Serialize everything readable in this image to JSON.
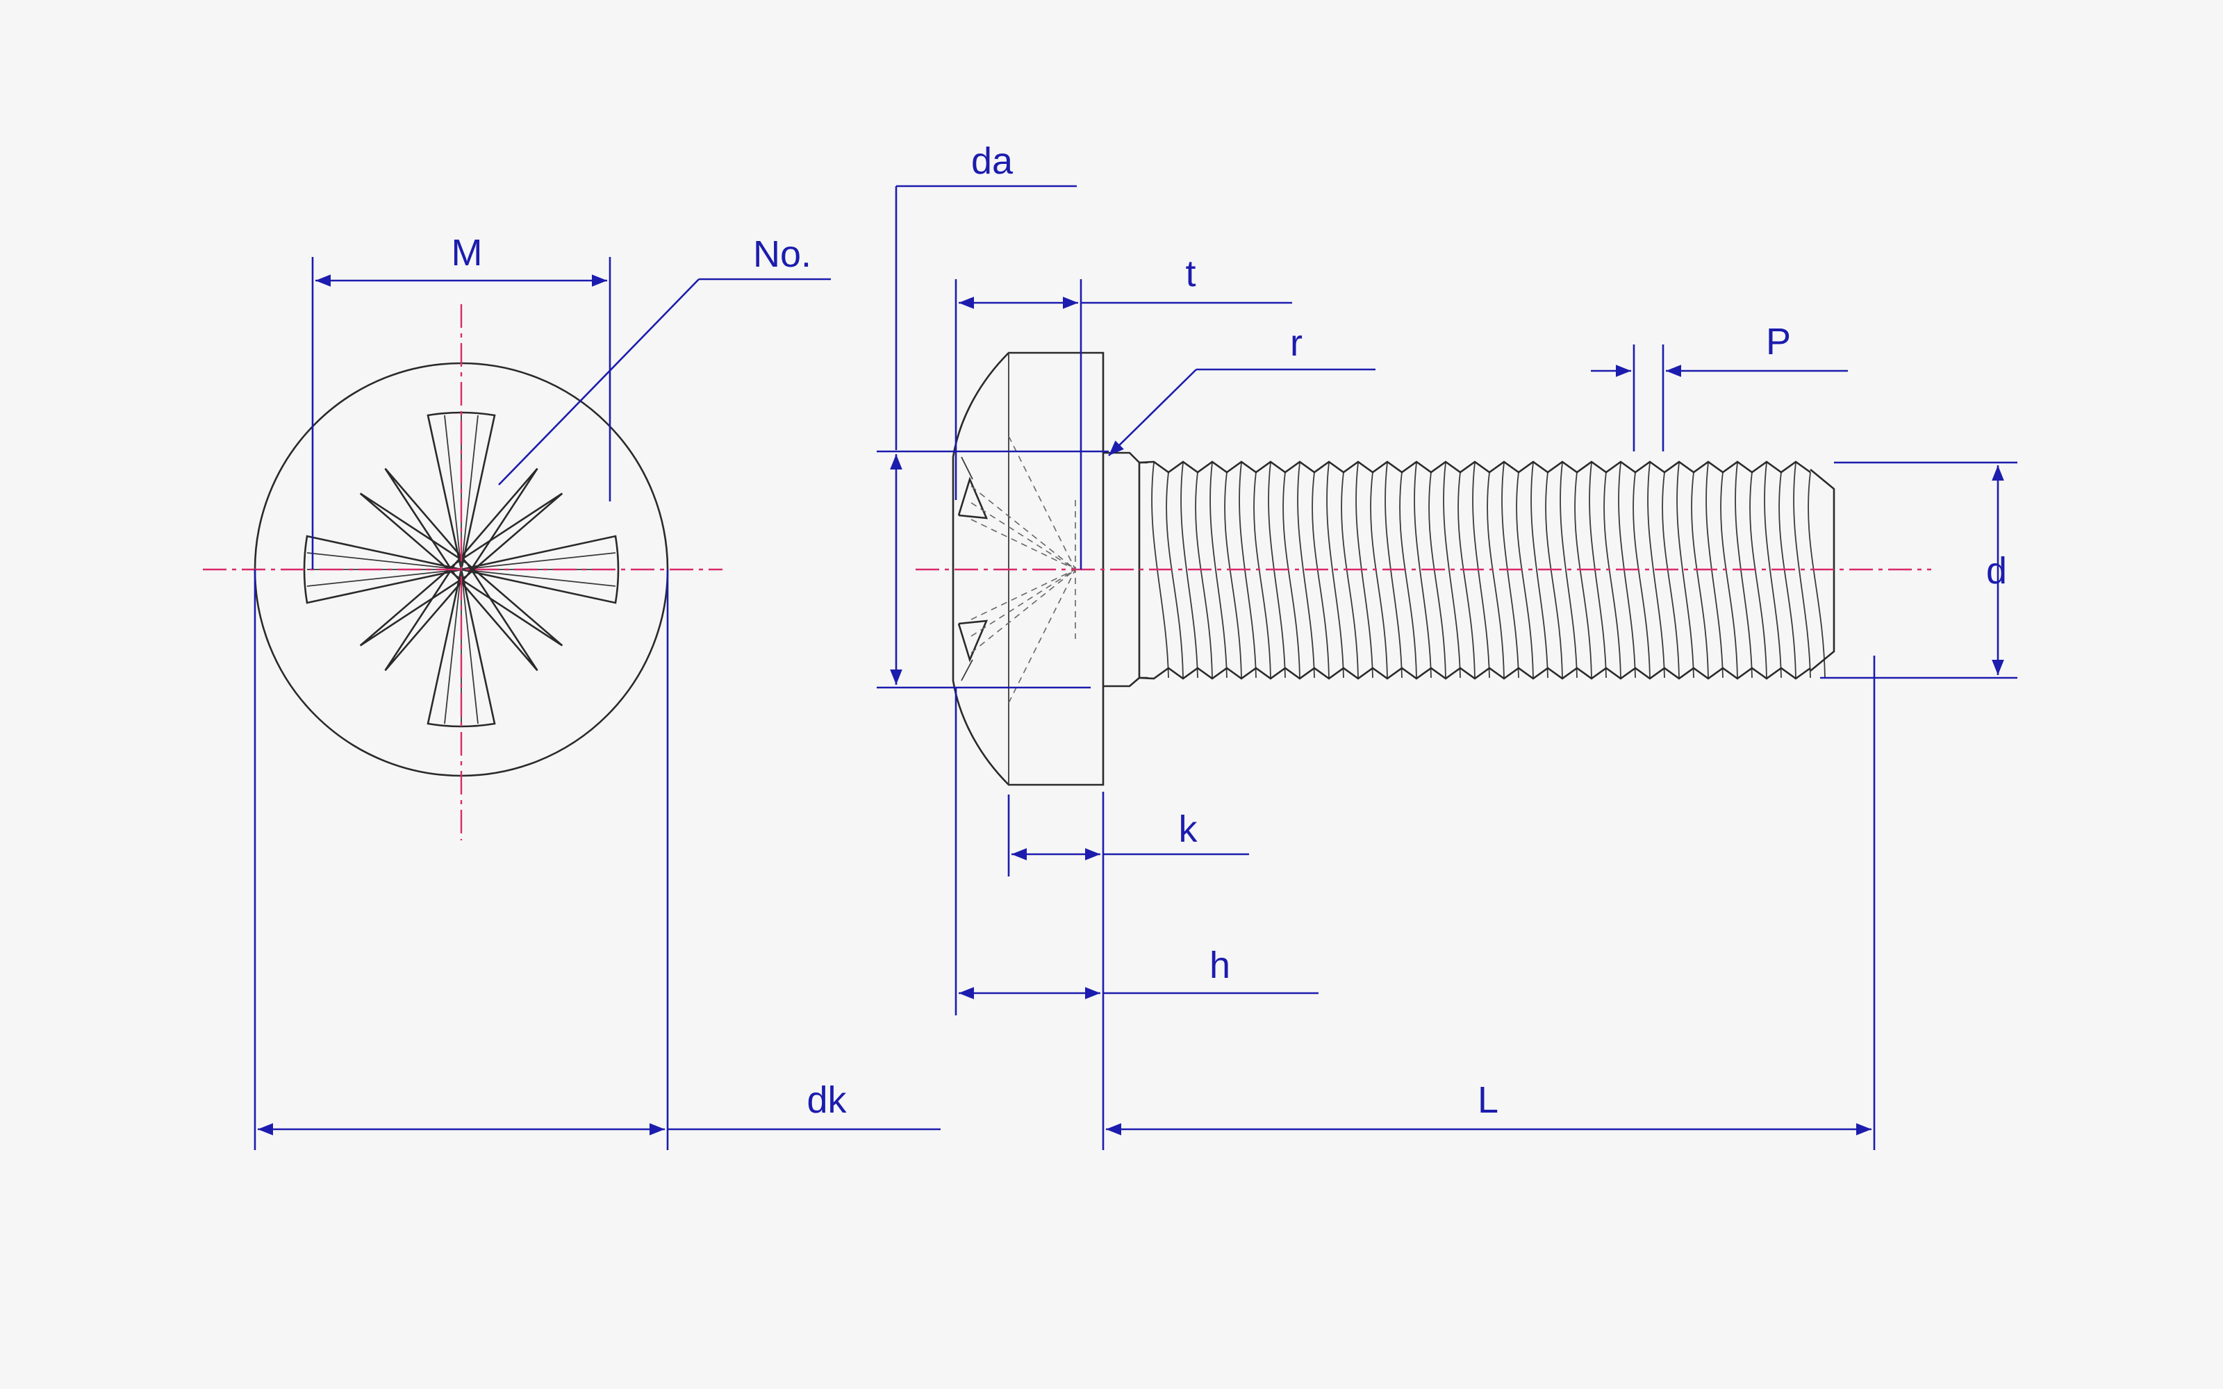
{
  "diagram": {
    "labels": {
      "M": "M",
      "No": "No.",
      "dk": "dk",
      "da": "da",
      "t": "t",
      "r": "r",
      "P": "P",
      "d": "d",
      "k": "k",
      "h": "h",
      "L": "L"
    },
    "colors": {
      "dimension": "#1c1cae",
      "part": "#2a2a2a",
      "centerline": "#d82b6a",
      "background": "#f6f6f6"
    }
  }
}
